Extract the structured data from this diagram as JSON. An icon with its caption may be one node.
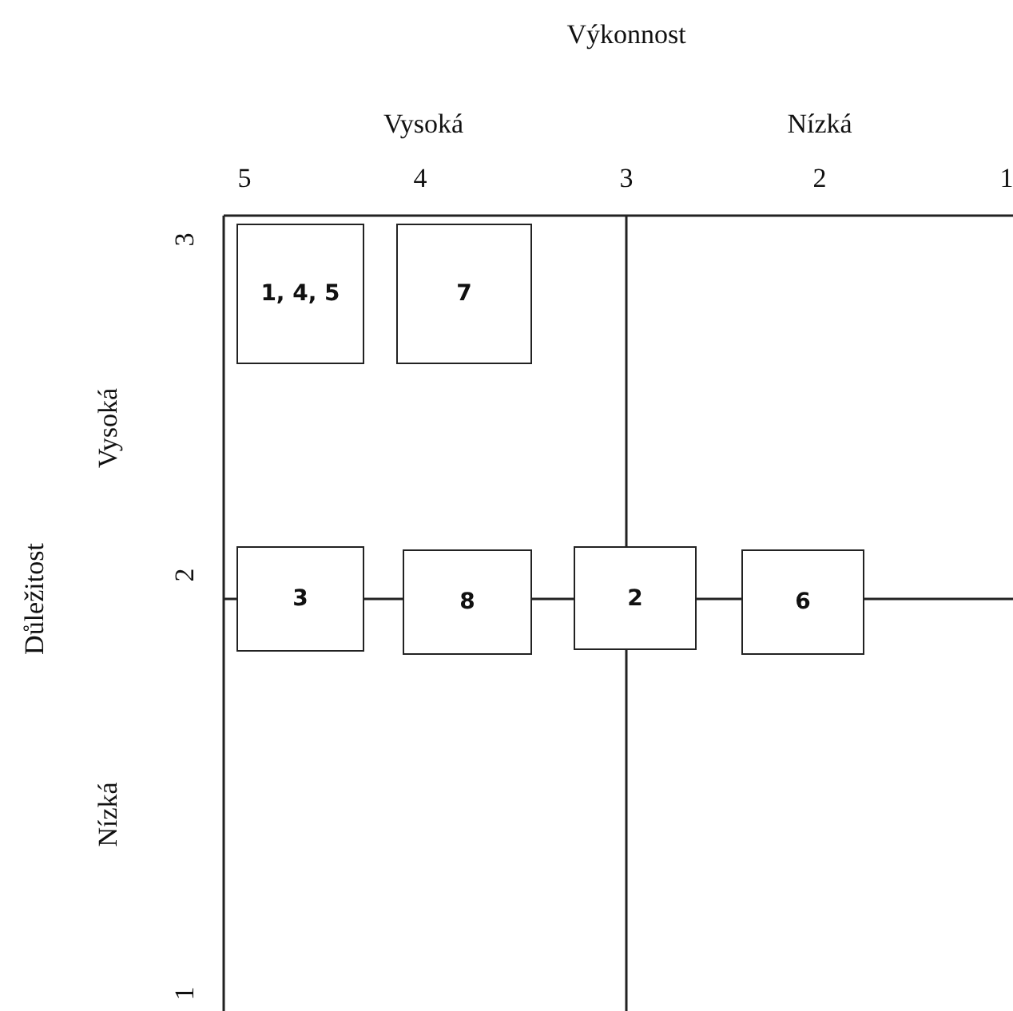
{
  "diagram": {
    "nodes": [
      {
        "text": [
          "1, 4, 5"
        ]
      },
      {
        "text": [
          "7"
        ]
      },
      {
        "text": [
          "3"
        ]
      },
      {
        "text": [
          "8"
        ]
      },
      {
        "text": [
          "2"
        ]
      },
      {
        "text": [
          "6"
        ]
      }
    ],
    "labels": [
      "Výkonnost",
      "Vysoká",
      "Nízká",
      "5",
      "4",
      "3",
      "2",
      "1",
      "3",
      "Vysoká",
      "Důležitost",
      "2",
      "Nízká",
      "1"
    ]
  }
}
